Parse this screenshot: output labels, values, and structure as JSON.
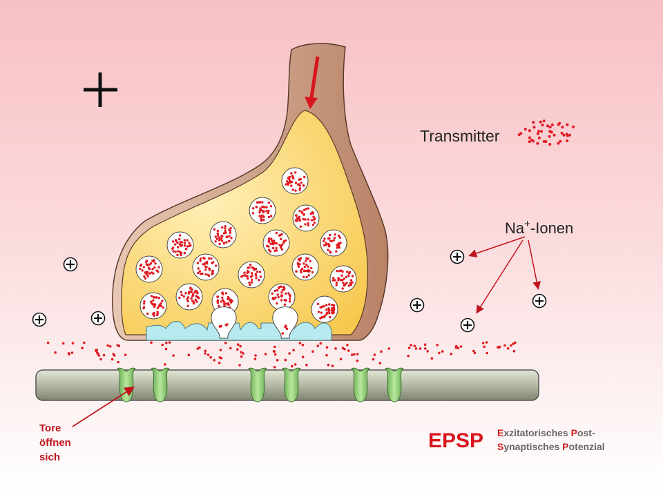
{
  "labels": {
    "transmitter": "Transmitter",
    "na_base": "Na",
    "na_sup": "+",
    "na_rest": "-Ionen",
    "tore": [
      "Tore",
      "öffnen",
      "sich"
    ],
    "epsp": "EPSP",
    "epsp_line1": [
      [
        "E",
        true
      ],
      [
        "xzitatorisches ",
        false
      ],
      [
        "P",
        true
      ],
      [
        "ost-",
        false
      ]
    ],
    "epsp_line2": [
      [
        "S",
        true
      ],
      [
        "ynaptisches ",
        false
      ],
      [
        "P",
        true
      ],
      [
        "otenzial",
        false
      ]
    ]
  },
  "colors": {
    "terminal_fill": "#fbd97a",
    "axon_fill": "#c9967a",
    "vesicle_red": "#e01a22",
    "membrane_gray": "#b3b9a4",
    "channel_green": "#a5d987",
    "arrow_red": "#c0141c",
    "cleft_blue": "#b7eaee"
  }
}
